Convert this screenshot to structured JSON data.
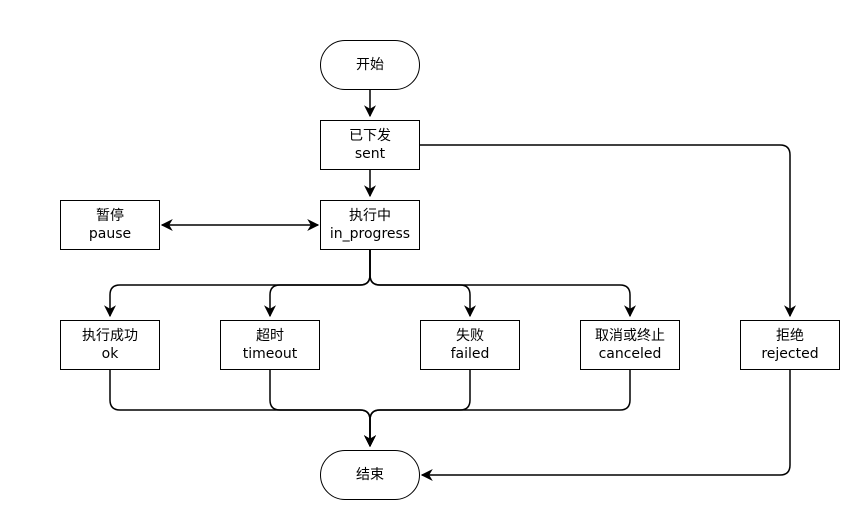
{
  "nodes": {
    "start": {
      "label": "开始"
    },
    "sent": {
      "label": "已下发",
      "sub": "sent"
    },
    "pause": {
      "label": "暂停",
      "sub": "pause"
    },
    "in_progress": {
      "label": "执行中",
      "sub": "in_progress"
    },
    "ok": {
      "label": "执行成功",
      "sub": "ok"
    },
    "timeout": {
      "label": "超时",
      "sub": "timeout"
    },
    "failed": {
      "label": "失败",
      "sub": "failed"
    },
    "canceled": {
      "label": "取消或终止",
      "sub": "canceled"
    },
    "rejected": {
      "label": "拒绝",
      "sub": "rejected"
    },
    "end": {
      "label": "结束"
    }
  },
  "edges": [
    {
      "from": "start",
      "to": "sent"
    },
    {
      "from": "sent",
      "to": "in_progress"
    },
    {
      "from": "sent",
      "to": "rejected"
    },
    {
      "from": "in_progress",
      "to": "pause",
      "bidirectional": true
    },
    {
      "from": "in_progress",
      "to": "ok"
    },
    {
      "from": "in_progress",
      "to": "timeout"
    },
    {
      "from": "in_progress",
      "to": "failed"
    },
    {
      "from": "in_progress",
      "to": "canceled"
    },
    {
      "from": "ok",
      "to": "end"
    },
    {
      "from": "timeout",
      "to": "end"
    },
    {
      "from": "failed",
      "to": "end"
    },
    {
      "from": "canceled",
      "to": "end"
    },
    {
      "from": "rejected",
      "to": "end"
    }
  ]
}
